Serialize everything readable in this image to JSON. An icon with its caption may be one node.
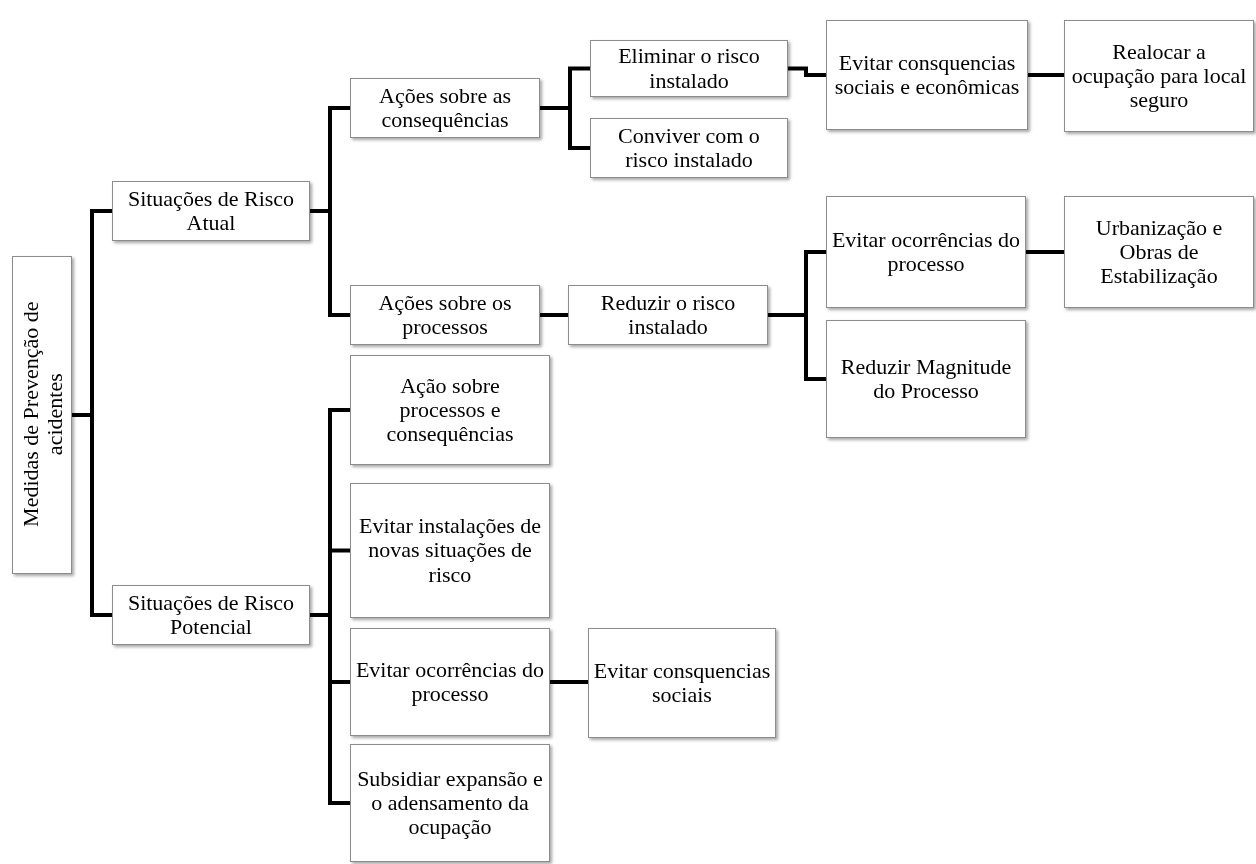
{
  "diagram": {
    "nodes": [
      {
        "text": [
          "Medidas de Prevenção de acidentes"
        ]
      },
      {
        "text": [
          "Situações de Risco Atual"
        ]
      },
      {
        "text": [
          "Situações de Risco Potencial"
        ]
      },
      {
        "text": [
          "Ações sobre as consequências"
        ]
      },
      {
        "text": [
          "Eliminar o risco instalado"
        ]
      },
      {
        "text": [
          "Conviver com o risco instalado"
        ]
      },
      {
        "text": [
          "Evitar consquencias sociais e econômicas"
        ]
      },
      {
        "text": [
          "Realocar a ocupação para local seguro"
        ]
      },
      {
        "text": [
          "Ações sobre os processos"
        ]
      },
      {
        "text": [
          "Reduzir o risco instalado"
        ]
      },
      {
        "text": [
          "Evitar ocorrências do processo"
        ]
      },
      {
        "text": [
          "Urbanização e Obras de Estabilização"
        ]
      },
      {
        "text": [
          "Reduzir Magnitude do Processo"
        ]
      },
      {
        "text": [
          "Ação sobre processos e consequências"
        ]
      },
      {
        "text": [
          "Evitar instalações de novas situações de risco"
        ]
      },
      {
        "text": [
          "Evitar ocorrências do processo"
        ]
      },
      {
        "text": [
          "Evitar consquencias sociais"
        ]
      },
      {
        "text": [
          "Subsidiar expansão e o adensamento da ocupação"
        ]
      }
    ],
    "edges": [
      {
        "from": 0,
        "to": 1,
        "arrow": "none"
      },
      {
        "from": 0,
        "to": 2,
        "arrow": "none"
      },
      {
        "from": 1,
        "to": 3,
        "arrow": "none"
      },
      {
        "from": 1,
        "to": 8,
        "arrow": "none"
      },
      {
        "from": 3,
        "to": 4,
        "arrow": "none"
      },
      {
        "from": 3,
        "to": 5,
        "arrow": "none"
      },
      {
        "from": 4,
        "to": 6,
        "arrow": "none"
      },
      {
        "from": 6,
        "to": 7,
        "arrow": "none"
      },
      {
        "from": 8,
        "to": 9,
        "arrow": "none"
      },
      {
        "from": 9,
        "to": 10,
        "arrow": "none"
      },
      {
        "from": 9,
        "to": 12,
        "arrow": "none"
      },
      {
        "from": 10,
        "to": 11,
        "arrow": "none"
      },
      {
        "from": 2,
        "to": 13,
        "arrow": "none"
      },
      {
        "from": 2,
        "to": 14,
        "arrow": "none"
      },
      {
        "from": 2,
        "to": 15,
        "arrow": "none"
      },
      {
        "from": 2,
        "to": 17,
        "arrow": "none"
      },
      {
        "from": 15,
        "to": 16,
        "arrow": "none"
      }
    ]
  }
}
